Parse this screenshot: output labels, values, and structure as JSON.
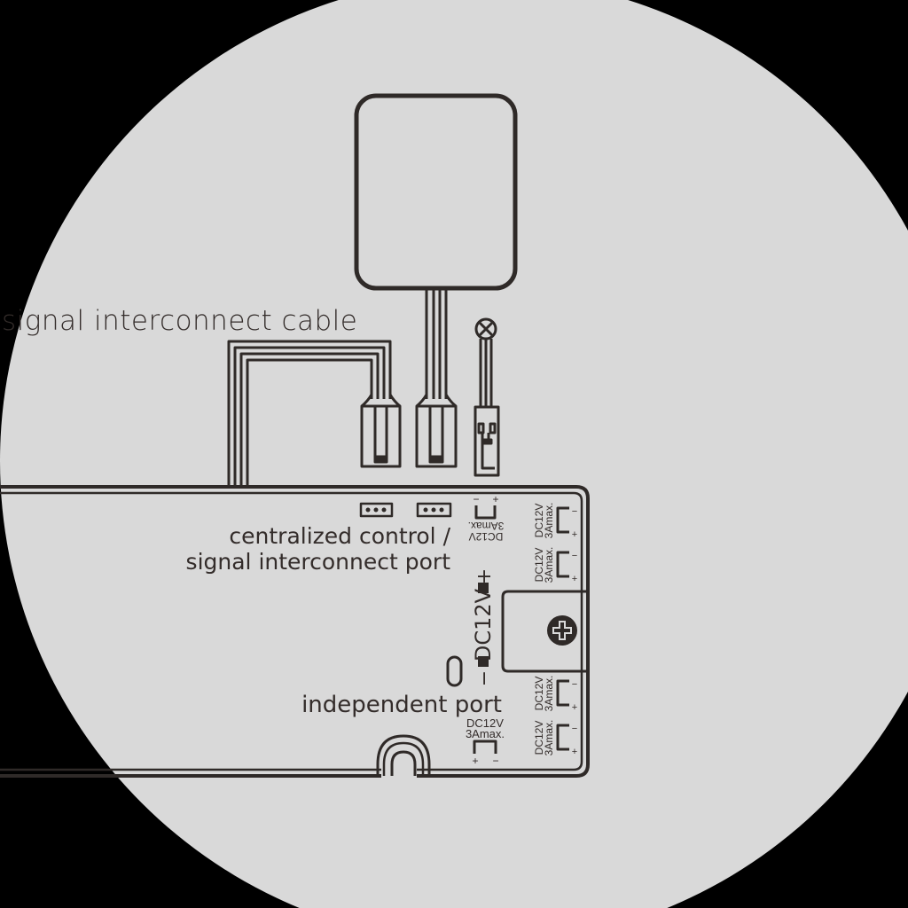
{
  "diagram": {
    "colors": {
      "background": "#000000",
      "disc": "#d9d9d9",
      "stroke": "#2f2a28",
      "text": "#332c2a"
    },
    "labels": {
      "cable": "signal interconnect cable",
      "centralized_line1": "centralized control /",
      "centralized_line2": "signal interconnect port",
      "independent": "independent port",
      "dc_main": "DC12V",
      "plus": "+",
      "minus": "−"
    },
    "port_rating": {
      "voltage": "DC12V",
      "current": "3Amax.",
      "plus": "+",
      "minus": "−"
    },
    "components": {
      "power_adapter": "power-adapter",
      "cable_connectors": [
        "signal-cable-connector",
        "adapter-connector",
        "switch-connector"
      ],
      "switch": "switch-lamp-icon",
      "screw": "screw-icon"
    }
  }
}
